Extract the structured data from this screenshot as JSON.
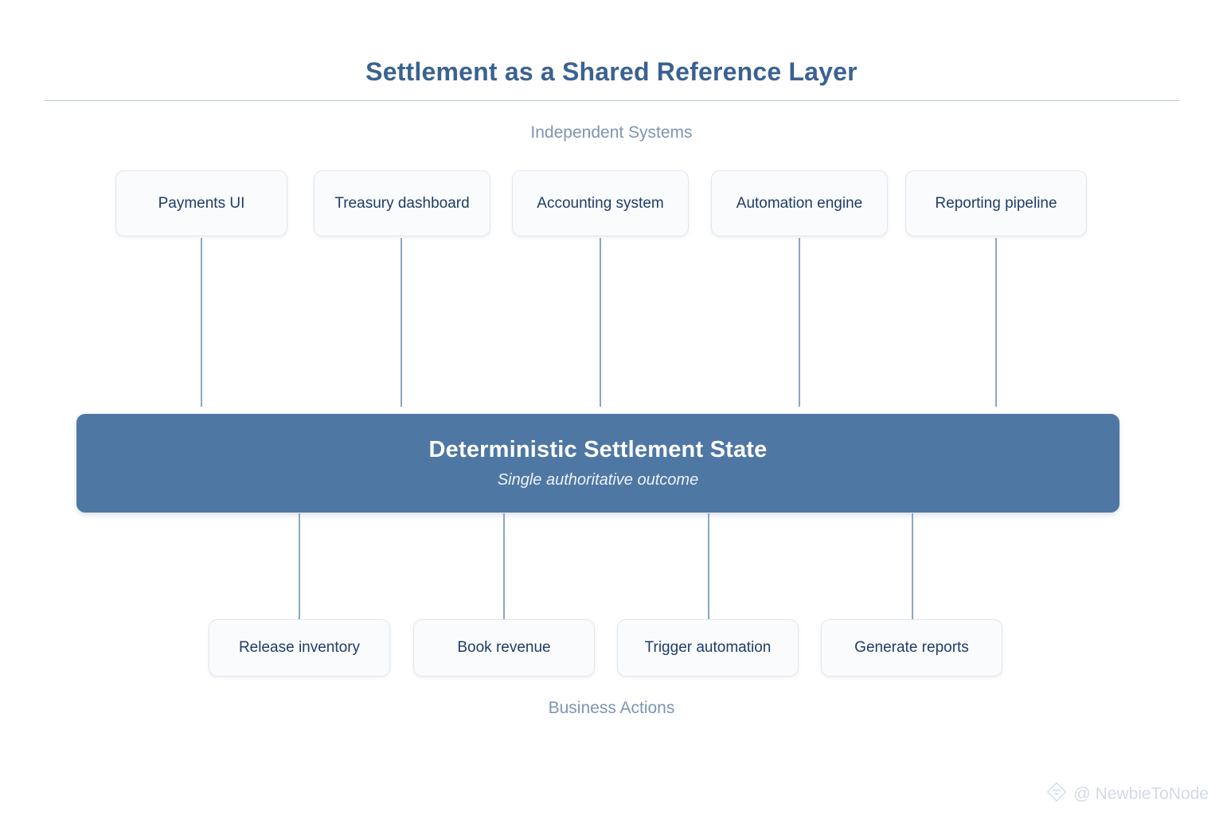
{
  "title": "Settlement as a Shared Reference Layer",
  "captions": {
    "top": "Independent Systems",
    "bottom": "Business Actions"
  },
  "independent_systems": [
    {
      "label": "Payments UI"
    },
    {
      "label": "Treasury dashboard"
    },
    {
      "label": "Accounting system"
    },
    {
      "label": "Automation engine"
    },
    {
      "label": "Reporting pipeline"
    }
  ],
  "settlement": {
    "title": "Deterministic Settlement State",
    "subtitle": "Single authoritative outcome"
  },
  "business_actions": [
    {
      "label": "Release inventory"
    },
    {
      "label": "Book revenue"
    },
    {
      "label": "Trigger automation"
    },
    {
      "label": "Generate reports"
    }
  ],
  "watermark": {
    "logo": "diamond-logo-icon",
    "handle": "@ NewbieToNode"
  },
  "colors": {
    "title": "#3a6291",
    "caption": "#7d95b3",
    "node_text": "#1f3c68",
    "node_fill": "#fafbfc",
    "node_border": "#e2e7ee",
    "bar_fill": "#4e77a4",
    "bar_text": "#ffffff",
    "connector": "#8ba6c6",
    "rule": "#b9c9dc",
    "watermark": "#d2dae4"
  }
}
